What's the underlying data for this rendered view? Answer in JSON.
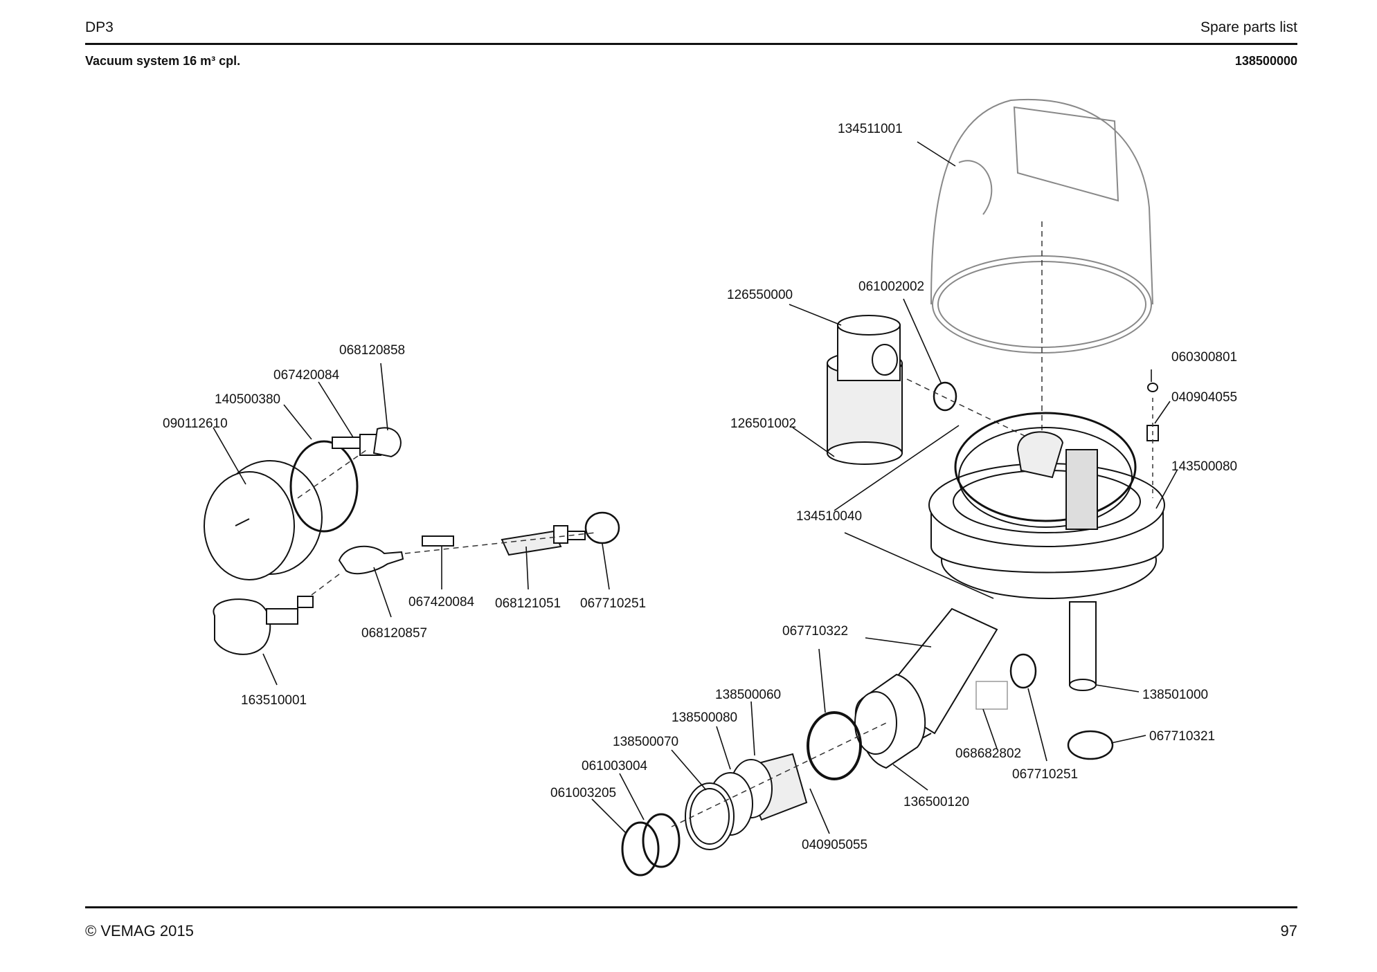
{
  "header": {
    "model": "DP3",
    "doc_type": "Spare parts list"
  },
  "subheader": {
    "assembly": "Vacuum system 16 m³ cpl.",
    "assembly_number": "138500000"
  },
  "footer": {
    "copyright": "© VEMAG 2015",
    "page": "97"
  },
  "callouts": [
    "134511001",
    "061002002",
    "126550000",
    "126501002",
    "060300801",
    "040904055",
    "143500080",
    "134510040",
    "068120858",
    "067420084",
    "140500380",
    "090112610",
    "067420084",
    "068121051",
    "067710251",
    "068120857",
    "163510001",
    "067710322",
    "138500060",
    "138500080",
    "138500070",
    "061003004",
    "061003205",
    "040905055",
    "136500120",
    "068682802",
    "067710251",
    "138501000",
    "067710321"
  ]
}
